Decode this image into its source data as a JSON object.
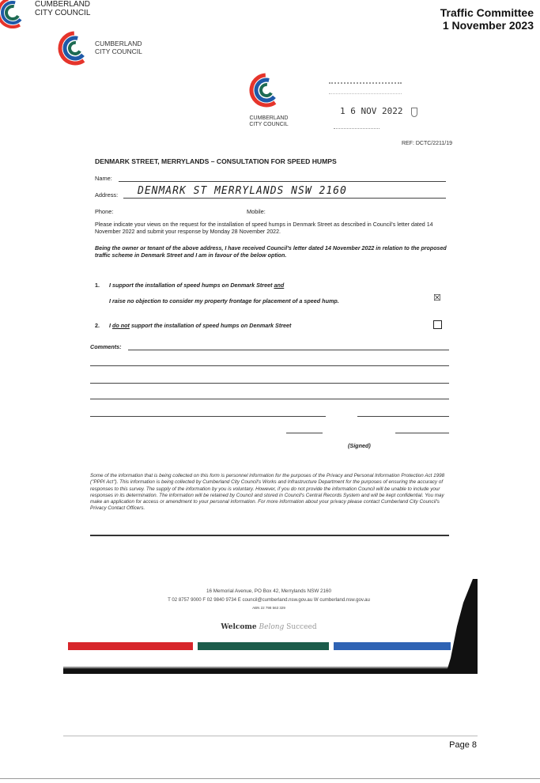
{
  "header": {
    "org_line1": "CUMBERLAND",
    "org_line2": "CITY COUNCIL",
    "committee": "Traffic Committee",
    "date": "1 November 2023"
  },
  "letterhead_logo": {
    "line1": "CUMBERLAND",
    "line2": "CITY COUNCIL"
  },
  "form": {
    "logo_line1": "CUMBERLAND",
    "logo_line2": "CITY COUNCIL",
    "stamp_date": "1 6 NOV 2022",
    "ref": "REF: DCTC/2211/19",
    "title": "DENMARK STREET, MERRYLANDS – CONSULTATION FOR SPEED HUMPS",
    "name_label": "Name:",
    "address_label": "Address:",
    "address_value": "DENMARK ST  MERRYLANDS  NSW 2160",
    "phone_label": "Phone:",
    "mobile_label": "Mobile:",
    "intro": "Please indicate your views on the request for the installation of speed humps in Denmark Street as described in Council's letter dated 14 November 2022 and submit your response by Monday 28 November 2022.",
    "statement": "Being the owner or tenant of the above address, I have received Council's letter dated 14 November 2022 in relation to the proposed traffic scheme in Denmark Street and I am in favour of the below option.",
    "option1_num": "1.",
    "option1_line1_pre": "I support the installation of speed humps on Denmark Street ",
    "option1_line1_and": "and",
    "option1_line2": "I raise no objection to consider my property frontage for placement of a speed hump.",
    "option1_mark": "☒",
    "option2_num": "2.",
    "option2_pre": "I ",
    "option2_donot": "do not",
    "option2_post": " support the installation of speed humps on Denmark Street",
    "comments_label": "Comments:",
    "signed_label": "(Signed)",
    "privacy": "Some of the information that is being collected on this form is personnel information for the purposes of the Privacy and Personal Information Protection Act 1998 (\"PPPI Act\"). This information is being collected by Cumberland City Council's Works and Infrastructure Department for the purposes of ensuring the accuracy of responses to this survey. The supply of the information by you is voluntary. However, if you do not provide the information Council will be unable to include your responses in its determination. The information will be retained by Council and stored in Council's Central Records System and will be kept confidential. You may make an application for access or amendment to your personal information. For more information about your privacy please contact Cumberland City Council's Privacy Contact Officers.",
    "footer_address": "16 Memorial Avenue, PO Box 42, Merrylands NSW 2160",
    "footer_contacts": "T 02 8757 9000   F 02 9840 9734   E council@cumberland.nsw.gov.au   W cumberland.nsw.gov.au",
    "footer_abn": "ABN 22 798 563 329",
    "slogan_1": "Welcome",
    "slogan_2": "Belong",
    "slogan_3": "Succeed"
  },
  "page_footer": {
    "page": "Page 8"
  },
  "colors": {
    "logo_red": "#e5342b",
    "logo_blue": "#1f5aa8",
    "logo_green": "#1e6b53",
    "bar_red": "#d7262b",
    "bar_green": "#1c5c4b",
    "bar_blue": "#2f63b4"
  }
}
